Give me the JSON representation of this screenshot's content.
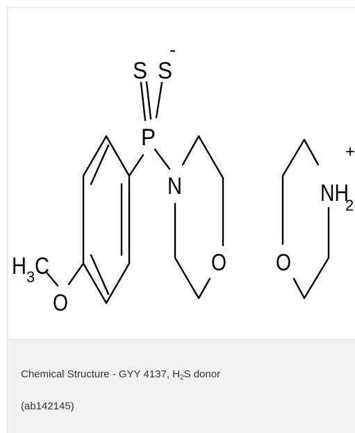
{
  "figure": {
    "atoms": {
      "s_double": "S",
      "s_single": "S",
      "charge_minus": "-",
      "phosphorus": "P",
      "nitrogen": "N",
      "oxygen_morpholine": "O",
      "oxygen_ether": "O",
      "methyl_h": "H",
      "methyl_sub": "3",
      "methyl_c": "C",
      "cation_nh": "NH",
      "cation_sub": "2",
      "charge_plus": "+",
      "oxygen_cation": "O"
    }
  },
  "caption": {
    "title_part1": "Chemical Structure - GYY 4137, H",
    "title_sub": "2",
    "title_part2": "S donor",
    "catalog_number": "(ab142145)"
  }
}
